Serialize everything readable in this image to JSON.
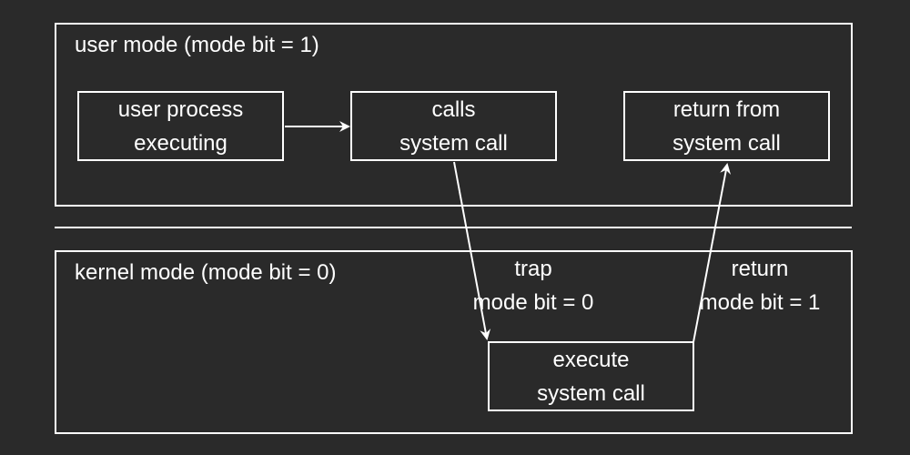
{
  "user_mode": {
    "title": "user mode (mode bit = 1)"
  },
  "kernel_mode": {
    "title": "kernel mode (mode bit = 0)"
  },
  "nodes": {
    "user_process": {
      "line1": "user process",
      "line2": "executing"
    },
    "calls_system_call": {
      "line1": "calls",
      "line2": "system call"
    },
    "return_from_system_call": {
      "line1": "return from",
      "line2": "system call"
    },
    "execute_system_call": {
      "line1": "execute",
      "line2": "system call"
    }
  },
  "edges": {
    "trap": {
      "line1": "trap",
      "line2": "mode bit = 0"
    },
    "return": {
      "line1": "return",
      "line2": "mode bit = 1"
    }
  },
  "colors": {
    "background": "#2a2a2a",
    "stroke": "#ffffff",
    "text": "#ffffff"
  }
}
